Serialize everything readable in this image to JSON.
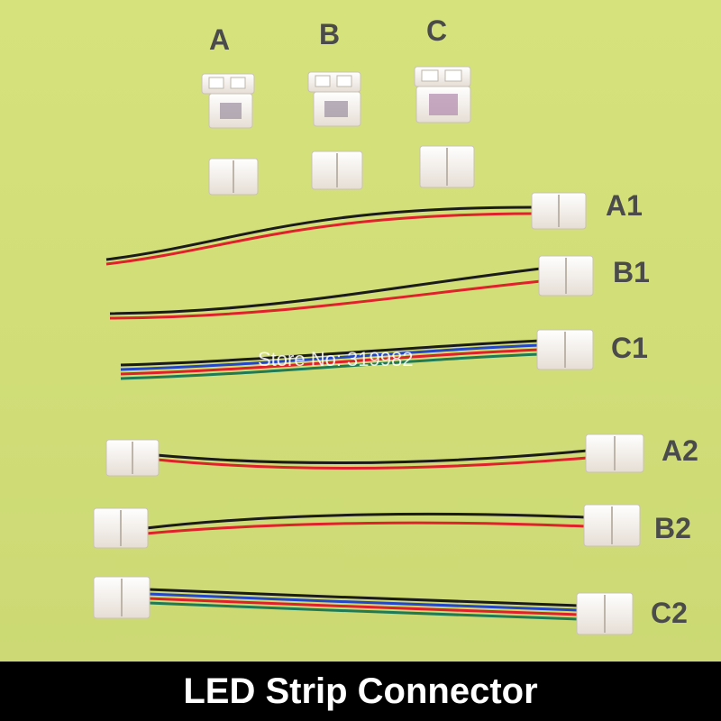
{
  "labels": {
    "a": "A",
    "b": "B",
    "c": "C",
    "a1": "A1",
    "b1": "B1",
    "c1": "C1",
    "a2": "A2",
    "b2": "B2",
    "c2": "C2"
  },
  "watermark": "Store No: 319982",
  "banner": {
    "title": "LED Strip Connector"
  },
  "colors": {
    "background": "#d3e07a",
    "label": "#4b4b4b",
    "wire_red": "#e0202a",
    "wire_black": "#1b1b1b",
    "wire_green": "#1f7a55",
    "wire_blue": "#2446c8",
    "connector": "#f5f0ea",
    "banner_bg": "#000000",
    "banner_text": "#ffffff"
  }
}
